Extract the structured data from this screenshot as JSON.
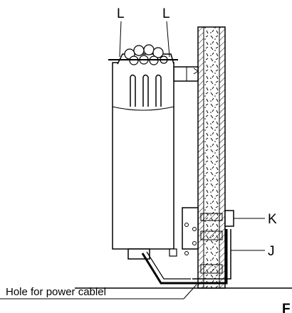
{
  "labels": {
    "l_left": "L",
    "l_right": "L",
    "k": "K",
    "j": "J",
    "figure_letter": "F",
    "power_hole": "Hole for power cablel"
  },
  "colors": {
    "ink": "#000000",
    "background": "#ffffff"
  }
}
